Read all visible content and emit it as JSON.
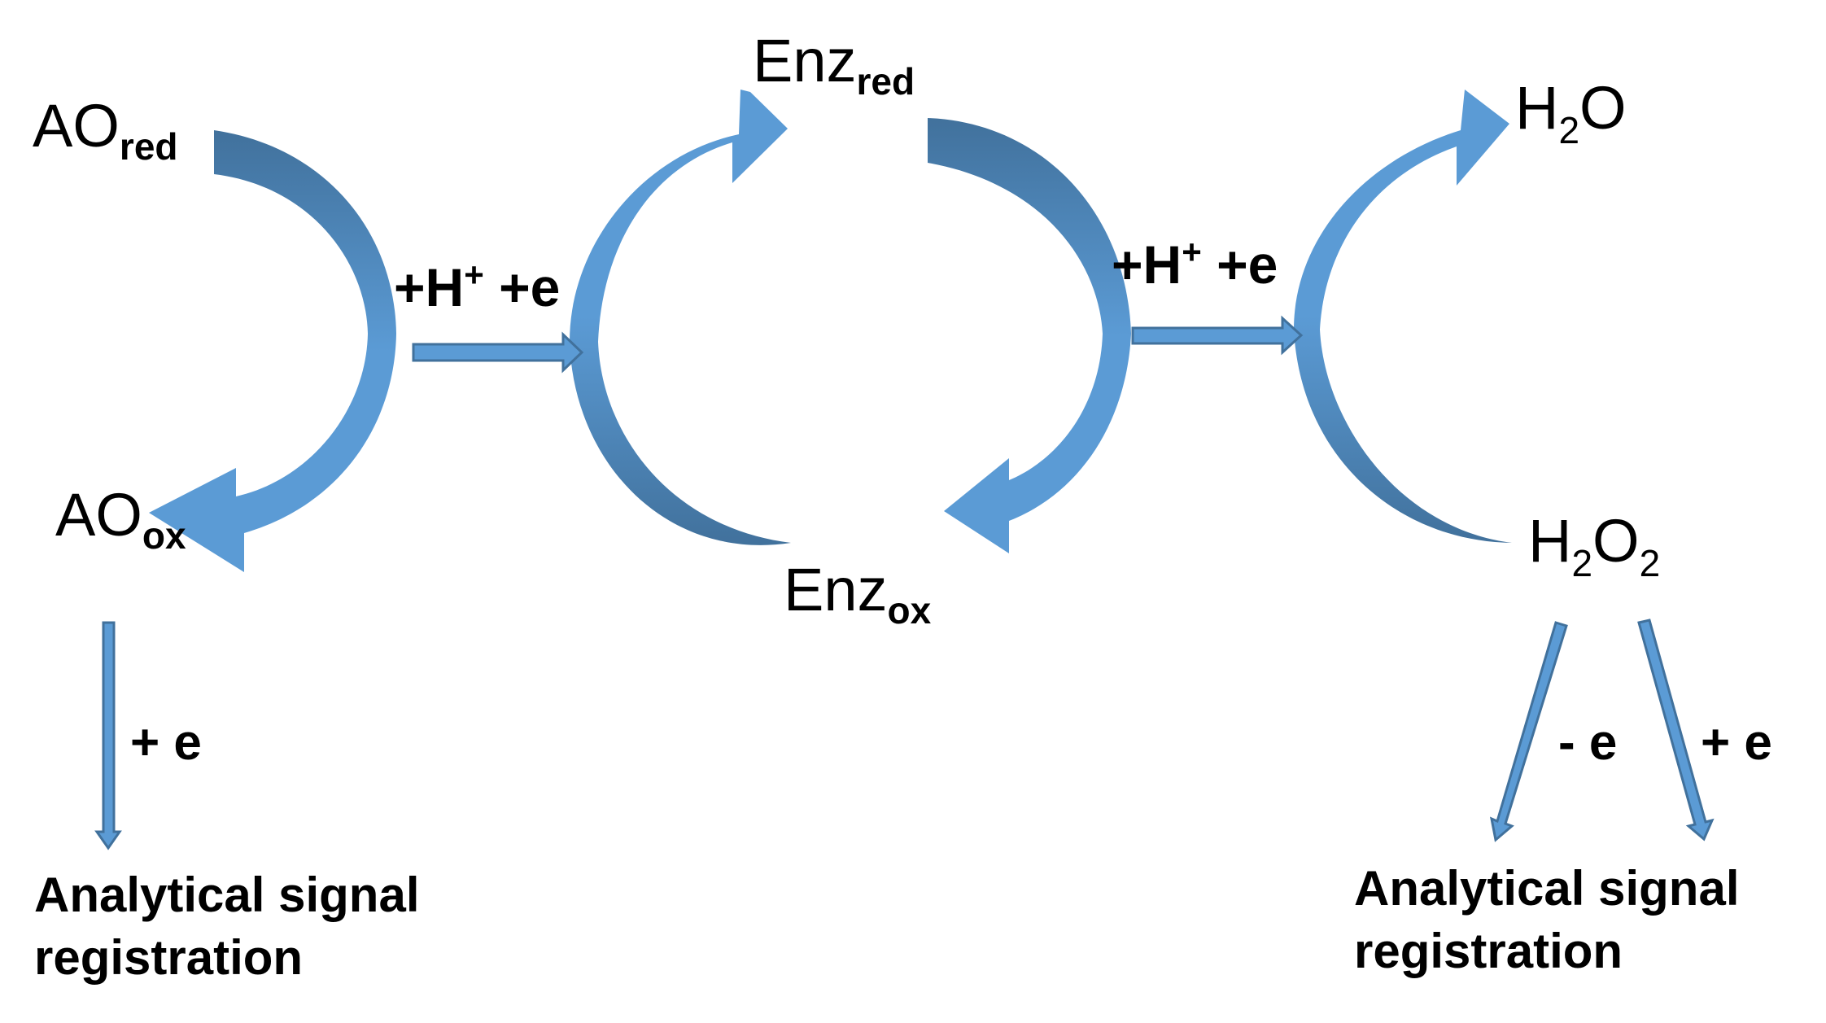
{
  "colors": {
    "arc_light": "#5b9bd5",
    "arc_dark": "#41719c",
    "arrow_fill": "#5b9bd5",
    "arrow_stroke": "#41719c",
    "text": "#000000"
  },
  "species": {
    "ao_red": {
      "main": "AO",
      "sub": "red"
    },
    "ao_ox": {
      "main": "AO",
      "sub": "ox"
    },
    "enz_red": {
      "main": "Enz",
      "sub": "red"
    },
    "enz_ox": {
      "main": "Enz",
      "sub": "ox"
    },
    "h2o": {
      "h": "H",
      "two": "2",
      "o": "O"
    },
    "h2o2": {
      "h": "H",
      "two_a": "2",
      "o": "O",
      "two_b": "2"
    }
  },
  "transfers": [
    {
      "plus_h": "+H",
      "sup": "+",
      "plus_e": "+e"
    },
    {
      "plus_h": "+H",
      "sup": "+",
      "plus_e": "+e"
    }
  ],
  "electron_labels": {
    "left": "+ e",
    "right_minus": "- e",
    "right_plus": "+ e"
  },
  "signals": {
    "left": {
      "line1": "Analytical signal",
      "line2": "registration"
    },
    "right": {
      "line1": "Analytical signal",
      "line2": "registration"
    }
  }
}
